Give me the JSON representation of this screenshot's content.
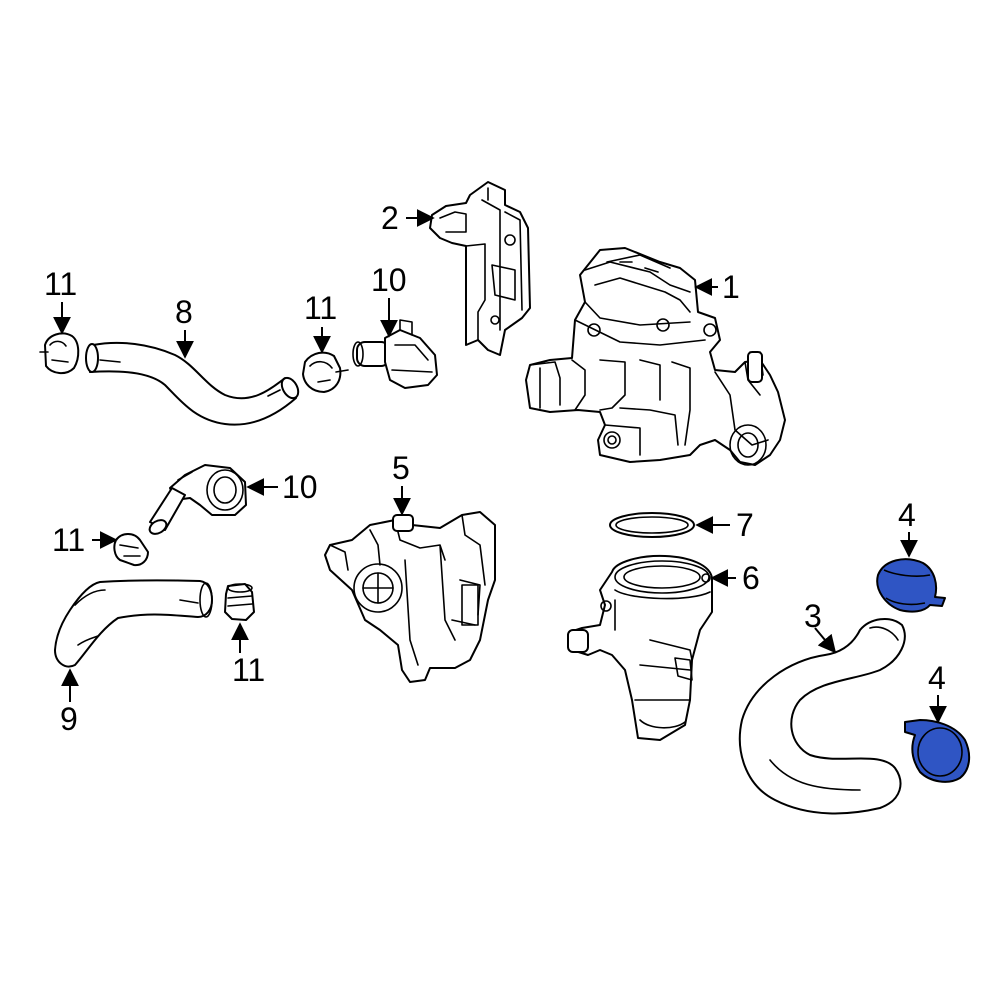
{
  "colors": {
    "background": "#ffffff",
    "line": "#000000",
    "highlight": "#2f55c4"
  },
  "callouts": {
    "c1": "1",
    "c2": "2",
    "c3": "3",
    "c4_upper": "4",
    "c4_lower": "4",
    "c5": "5",
    "c6": "6",
    "c7": "7",
    "c8": "8",
    "c9": "9",
    "c10_upper": "10",
    "c10_lower": "10",
    "c11_upper_left": "11",
    "c11_upper_mid": "11",
    "c11_lower_left": "11",
    "c11_lower_mid": "11"
  },
  "highlighted_parts": [
    "4"
  ]
}
